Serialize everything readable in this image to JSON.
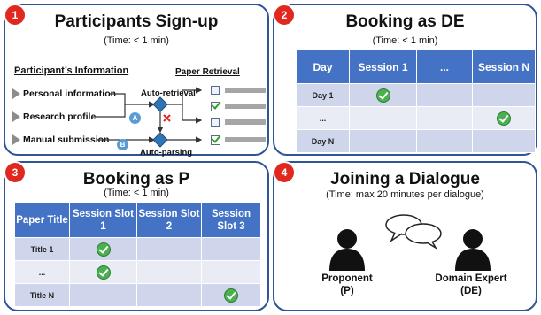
{
  "panel1": {
    "number": "1",
    "title": "Participants Sign-up",
    "time": "(Time: < 1 min)",
    "info_header": "Participant’s Information",
    "retrieval_header": "Paper Retrieval",
    "inputs": [
      "Personal information",
      "Research profile",
      "Manual submission"
    ],
    "path_a": "A",
    "path_b": "B",
    "auto_retrieval": "Auto-retrieval",
    "auto_parsing": "Auto-parsing",
    "colors": {
      "triangle": "#8c8c8c",
      "diamond": "#2e75b6",
      "cross": "#e0281f",
      "check": "#2aa02a"
    }
  },
  "panel2": {
    "number": "2",
    "title": "Booking as DE",
    "time": "(Time: < 1 min)",
    "columns": [
      "Day",
      "Session 1",
      "...",
      "Session N"
    ],
    "rows": [
      {
        "label": "Day 1",
        "checks": [
          true,
          false,
          false
        ]
      },
      {
        "label": "...",
        "checks": [
          false,
          false,
          true
        ]
      },
      {
        "label": "Day N",
        "checks": [
          false,
          false,
          false
        ]
      }
    ]
  },
  "panel3": {
    "number": "3",
    "title": "Booking as P",
    "time": "(Time: < 1 min)",
    "columns": [
      "Paper Title",
      "Session Slot 1",
      "Session Slot 2",
      "Session Slot 3"
    ],
    "rows": [
      {
        "label": "Title 1",
        "checks": [
          true,
          false,
          false
        ]
      },
      {
        "label": "...",
        "checks": [
          true,
          false,
          false
        ]
      },
      {
        "label": "Title N",
        "checks": [
          false,
          false,
          true
        ]
      }
    ]
  },
  "panel4": {
    "number": "4",
    "title": "Joining a Dialogue",
    "time": "(Time: max 20 minutes per dialogue)",
    "proponent_name": "Proponent",
    "proponent_abbr": "(P)",
    "expert_name": "Domain Expert",
    "expert_abbr": "(DE)"
  },
  "theme": {
    "border": "#2f5597",
    "badge": "#e0281f",
    "header": "#4472c4",
    "row_dark": "#cfd5ea",
    "row_light": "#e9ebf5"
  }
}
